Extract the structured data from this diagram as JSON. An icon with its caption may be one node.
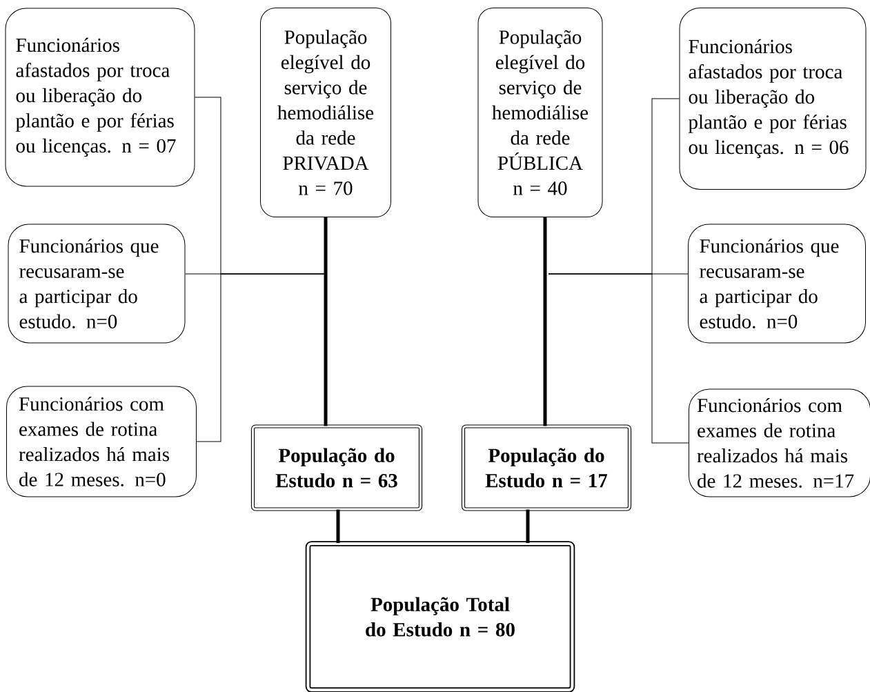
{
  "diagram": {
    "nodes": [
      {
        "text": [
          "Funcionários afastados por troca ou liberação do plantão e por férias ou licenças. n = 07"
        ]
      },
      {
        "text": [
          "População elegível do serviço de hemodiálise da rede PRIVADA n = 70"
        ]
      },
      {
        "text": [
          "População elegível do serviço de hemodiálise da rede PÚBLICA n = 40"
        ]
      },
      {
        "text": [
          "Funcionários afastados por troca ou liberação do plantão e por férias ou licenças. n = 06"
        ]
      },
      {
        "text": [
          "Funcionários que recusaram-se a participar do estudo. n=0"
        ]
      },
      {
        "text": [
          "Funcionários que recusaram-se a participar do estudo. n=0"
        ]
      },
      {
        "text": [
          "Funcionários com exames de rotina realizados há mais de 12 meses. n=0"
        ]
      },
      {
        "text": [
          "População do Estudo n = 63"
        ]
      },
      {
        "text": [
          "População do Estudo n = 17"
        ]
      },
      {
        "text": [
          "Funcionários com exames de rotina realizados há mais de 12 meses. n=17"
        ]
      },
      {
        "text": [
          "População Total do Estudo n = 80"
        ]
      }
    ],
    "edges": [
      {
        "from": 1,
        "to": 7,
        "arrow": "none",
        "style": "thick"
      },
      {
        "from": 2,
        "to": 8,
        "arrow": "none",
        "style": "thick"
      },
      {
        "from": 7,
        "to": 10,
        "arrow": "none",
        "style": "thick"
      },
      {
        "from": 8,
        "to": 10,
        "arrow": "none",
        "style": "thick"
      },
      {
        "from": 0,
        "to": null,
        "arrow": "none"
      },
      {
        "from": 4,
        "to": null,
        "arrow": "none"
      },
      {
        "from": 6,
        "to": null,
        "arrow": "none"
      },
      {
        "from": 3,
        "to": null,
        "arrow": "none"
      },
      {
        "from": 5,
        "to": null,
        "arrow": "none"
      },
      {
        "from": 9,
        "to": null,
        "arrow": "none"
      }
    ]
  }
}
